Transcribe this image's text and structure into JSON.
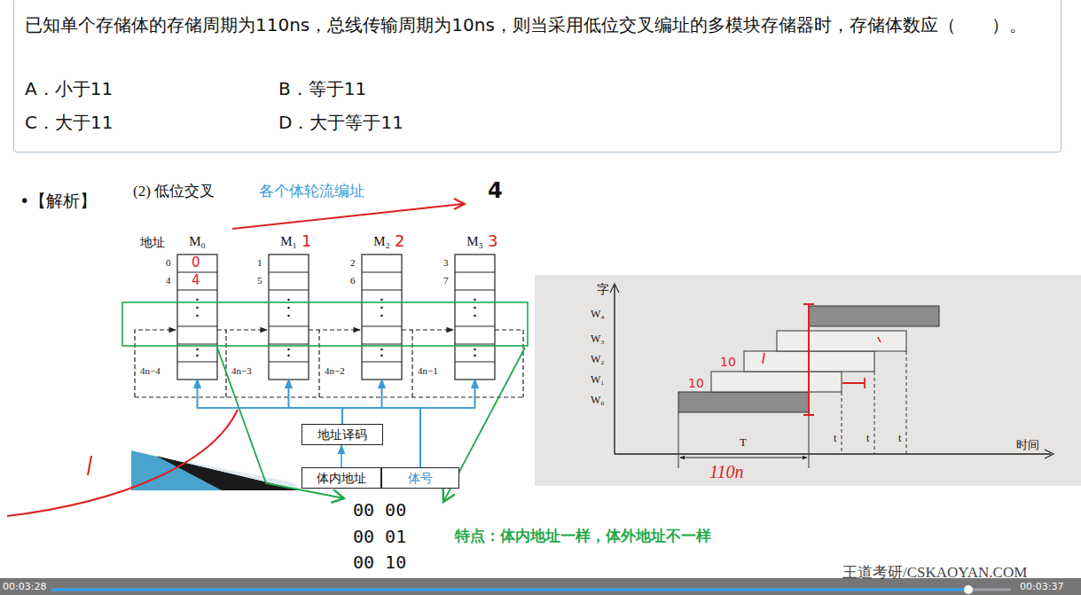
{
  "diagram": {
    "nodes": [
      {
        "text": [
          "已知单个存储体的存储周期为110ns，总线传输周期为10ns，则当采用低位交叉编址的多模块存储器时，存储体数应（　　）。",
          "A．小于11",
          "B．等于11",
          "C．大于11",
          "D．大于等于11"
        ]
      },
      {
        "text": [
          "M₀"
        ]
      },
      {
        "text": [
          "M₁"
        ]
      },
      {
        "text": [
          "M₂"
        ]
      },
      {
        "text": [
          "M₃"
        ]
      },
      {
        "text": [
          "地址译码"
        ]
      },
      {
        "text": [
          "体内地址"
        ]
      },
      {
        "text": [
          "体号"
        ]
      }
    ],
    "edges": [
      {
        "from": 6,
        "to": 5,
        "arrow": "to"
      },
      {
        "from": 5,
        "to": 1,
        "arrow": "to"
      },
      {
        "from": 5,
        "to": 2,
        "arrow": "to"
      },
      {
        "from": 5,
        "to": 3,
        "arrow": "to"
      },
      {
        "from": 5,
        "to": 4,
        "arrow": "to"
      },
      {
        "from": 7,
        "to": 1,
        "arrow": "to"
      },
      {
        "from": 7,
        "to": 2,
        "arrow": "to"
      },
      {
        "from": 7,
        "to": 3,
        "arrow": "to"
      },
      {
        "from": 7,
        "to": 4,
        "arrow": "to"
      }
    ],
    "labels": [
      "•【解析】",
      "(2) 低位交叉",
      "各个体轮流编址",
      "4",
      "地址",
      "0",
      "4",
      "1",
      "5",
      "2",
      "6",
      "3",
      "7",
      "4n−4",
      "4n−3",
      "4n−2",
      "4n−1",
      "0",
      "1",
      "2",
      "3",
      "4",
      "00 00",
      "00 01",
      "00 10",
      "特点：体内地址一样，体外地址不一样",
      "字",
      "W₄",
      "W₃",
      "W₂",
      "W₁",
      "W₀",
      "10",
      "10",
      "T",
      "t",
      "t",
      "t",
      "时间",
      "110n",
      "王道考研/CSKAOYAN.COM",
      "00:03:28",
      "00:03:37"
    ]
  }
}
